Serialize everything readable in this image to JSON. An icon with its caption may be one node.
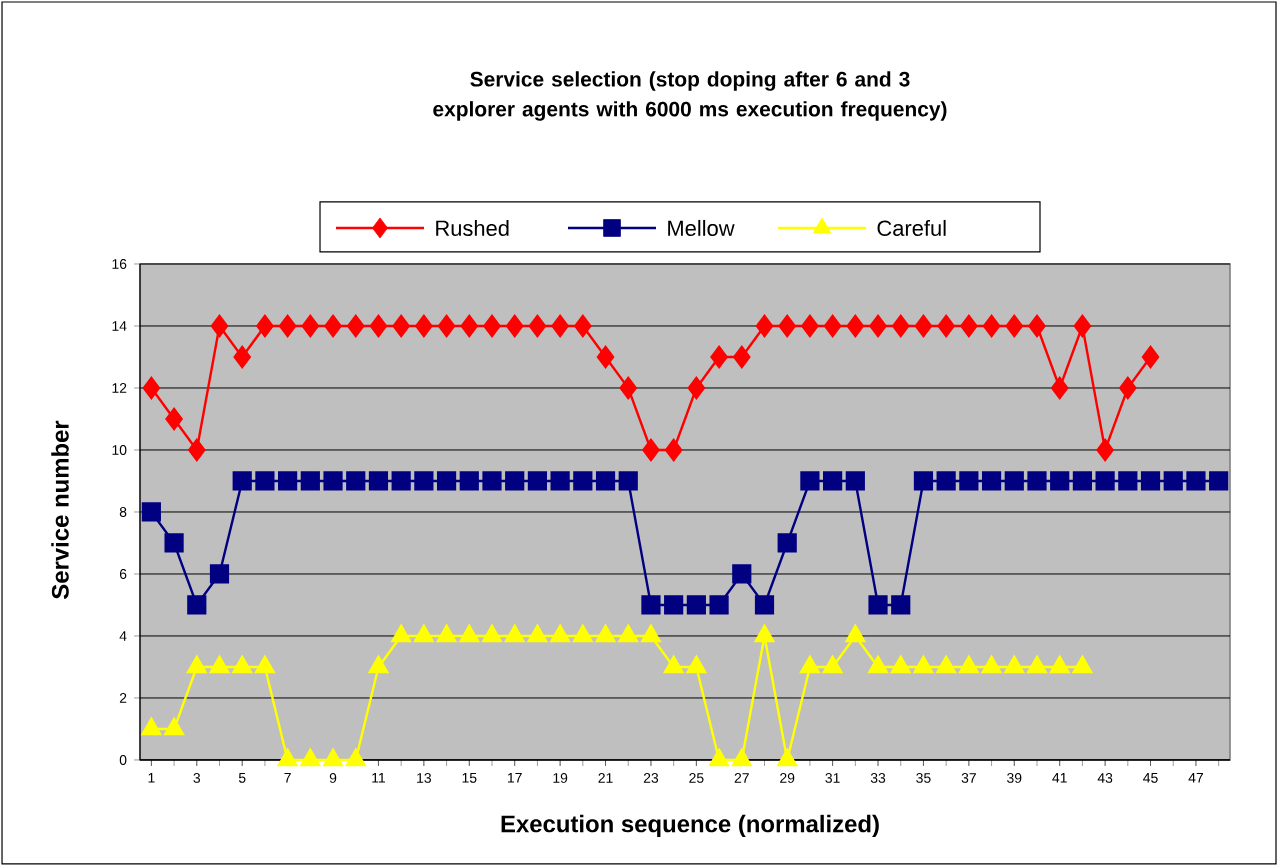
{
  "diagram": {
    "title": "Service selection (stop doping after 6 and 3 explorer agents with 6000 ms execution frequency)",
    "chart_data": {
      "type": "line",
      "xlabel": "Execution sequence (normalized)",
      "ylabel": "Service number",
      "x": [
        1,
        2,
        3,
        4,
        5,
        6,
        7,
        8,
        9,
        10,
        11,
        12,
        13,
        14,
        15,
        16,
        17,
        18,
        19,
        20,
        21,
        22,
        23,
        24,
        25,
        26,
        27,
        28,
        29,
        30,
        31,
        32,
        33,
        34,
        35,
        36,
        37,
        38,
        39,
        40,
        41,
        42,
        43,
        44,
        45,
        46,
        47,
        48
      ],
      "series": [
        {
          "name": "Rushed",
          "color": "#ff0000",
          "marker": "diamond",
          "values": [
            12,
            11,
            10,
            14,
            13,
            14,
            14,
            14,
            14,
            14,
            14,
            14,
            14,
            14,
            14,
            14,
            14,
            14,
            14,
            14,
            13,
            12,
            10,
            10,
            12,
            13,
            13,
            14,
            14,
            14,
            14,
            14,
            14,
            14,
            14,
            14,
            14,
            14,
            14,
            14,
            12,
            14,
            10,
            12,
            13,
            null,
            null,
            null
          ]
        },
        {
          "name": "Mellow",
          "color": "#000080",
          "marker": "square",
          "values": [
            8,
            7,
            5,
            6,
            9,
            9,
            9,
            9,
            9,
            9,
            9,
            9,
            9,
            9,
            9,
            9,
            9,
            9,
            9,
            9,
            9,
            9,
            5,
            5,
            5,
            5,
            6,
            5,
            7,
            9,
            9,
            9,
            5,
            5,
            9,
            9,
            9,
            9,
            9,
            9,
            9,
            9,
            9,
            9,
            9,
            9,
            9,
            9
          ]
        },
        {
          "name": "Careful",
          "color": "#ffff00",
          "marker": "triangle",
          "values": [
            1,
            1,
            3,
            3,
            3,
            3,
            0,
            0,
            0,
            0,
            3,
            4,
            4,
            4,
            4,
            4,
            4,
            4,
            4,
            4,
            4,
            4,
            4,
            3,
            3,
            0,
            0,
            4,
            0,
            3,
            3,
            4,
            3,
            3,
            3,
            3,
            3,
            3,
            3,
            3,
            3,
            3,
            null,
            null,
            null,
            null,
            null,
            null
          ]
        }
      ],
      "grid": "y",
      "legend": "top",
      "xlim": [
        0.5,
        48.5
      ],
      "ylim": [
        0,
        16
      ],
      "xticks": [
        1,
        3,
        5,
        7,
        9,
        11,
        13,
        15,
        17,
        19,
        21,
        23,
        25,
        27,
        29,
        31,
        33,
        35,
        37,
        39,
        41,
        43,
        45,
        47
      ],
      "yticks": [
        0,
        2,
        4,
        6,
        8,
        10,
        12,
        14,
        16
      ]
    }
  }
}
